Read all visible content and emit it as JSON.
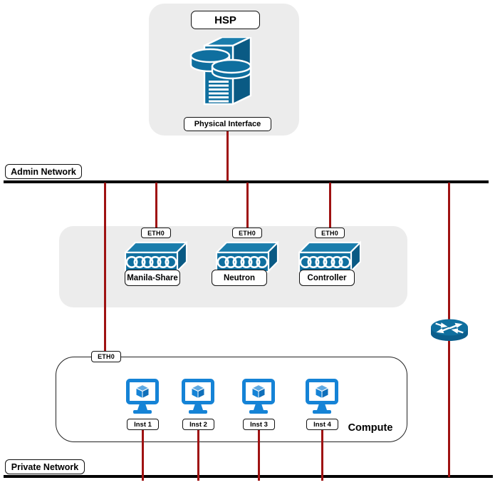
{
  "diagram": {
    "hsp": {
      "title": "HSP",
      "interface_label": "Physical Interface"
    },
    "admin_network": {
      "label": "Admin Network"
    },
    "switches": [
      {
        "eth": "ETH0",
        "label": "Manila-Share"
      },
      {
        "eth": "ETH0",
        "label": "Neutron"
      },
      {
        "eth": "ETH0",
        "label": "Controller"
      }
    ],
    "router": {
      "name": "router"
    },
    "compute": {
      "eth": "ETH0",
      "label": "Compute",
      "instances": [
        {
          "label": "Inst 1"
        },
        {
          "label": "Inst 2"
        },
        {
          "label": "Inst 3"
        },
        {
          "label": "Inst 4"
        }
      ]
    },
    "private_network": {
      "label": "Private Network"
    },
    "icons": {
      "hsp": "storage-server-icon",
      "switch": "network-switch-icon",
      "router": "router-icon",
      "instance": "vm-instance-icon"
    },
    "colors": {
      "icon_blue": "#0f6f9f",
      "icon_blue_dark": "#0a5a84",
      "icon_blue_light": "#1a7dac",
      "instance_blue": "#1583d6",
      "link_red": "#9f1212",
      "network_line": "#000000",
      "panel_gray": "#ececec"
    }
  }
}
